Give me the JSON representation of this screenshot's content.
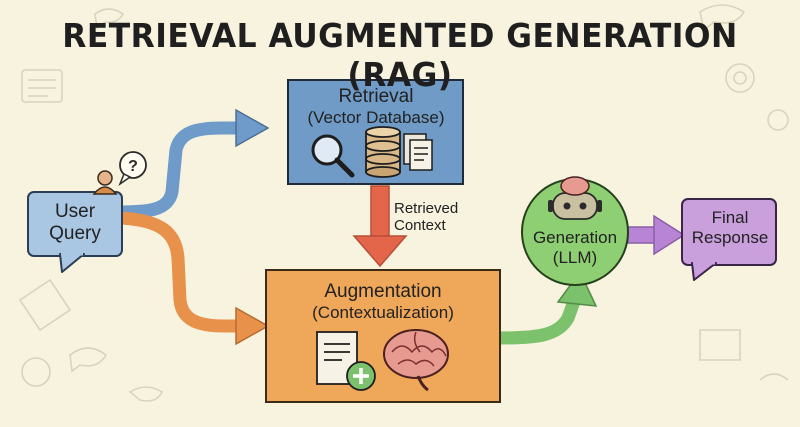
{
  "title": "RETRIEVAL AUGMENTED GENERATION (RAG)",
  "nodes": {
    "user_query": {
      "line1": "User",
      "line2": "Query"
    },
    "retrieval": {
      "line1": "Retrieval",
      "line2": "(Vector Database)"
    },
    "augmentation": {
      "line1": "Augmentation",
      "line2": "(Contextualization)"
    },
    "generation": {
      "line1": "Generation",
      "line2": "(LLM)"
    },
    "final_response": {
      "line1": "Final",
      "line2": "Response"
    }
  },
  "edges": {
    "retrieved_context": {
      "line1": "Retrieved",
      "line2": "Context"
    }
  },
  "colors": {
    "background": "#f7f3df",
    "user_query": "#a9c7e3",
    "retrieval": "#6f9bc6",
    "augmentation": "#efa85a",
    "generation": "#8fcf73",
    "final_response": "#c9a0dc",
    "arrow_blue": "#6e9bc9",
    "arrow_orange": "#e8914a",
    "arrow_red": "#e3654a",
    "arrow_green": "#7cc16b",
    "arrow_purple": "#b784d6"
  },
  "icons": [
    "question-bubble-icon",
    "person-icon",
    "magnifier-icon",
    "database-icon",
    "documents-icon",
    "document-plus-icon",
    "brain-icon",
    "robot-icon"
  ]
}
